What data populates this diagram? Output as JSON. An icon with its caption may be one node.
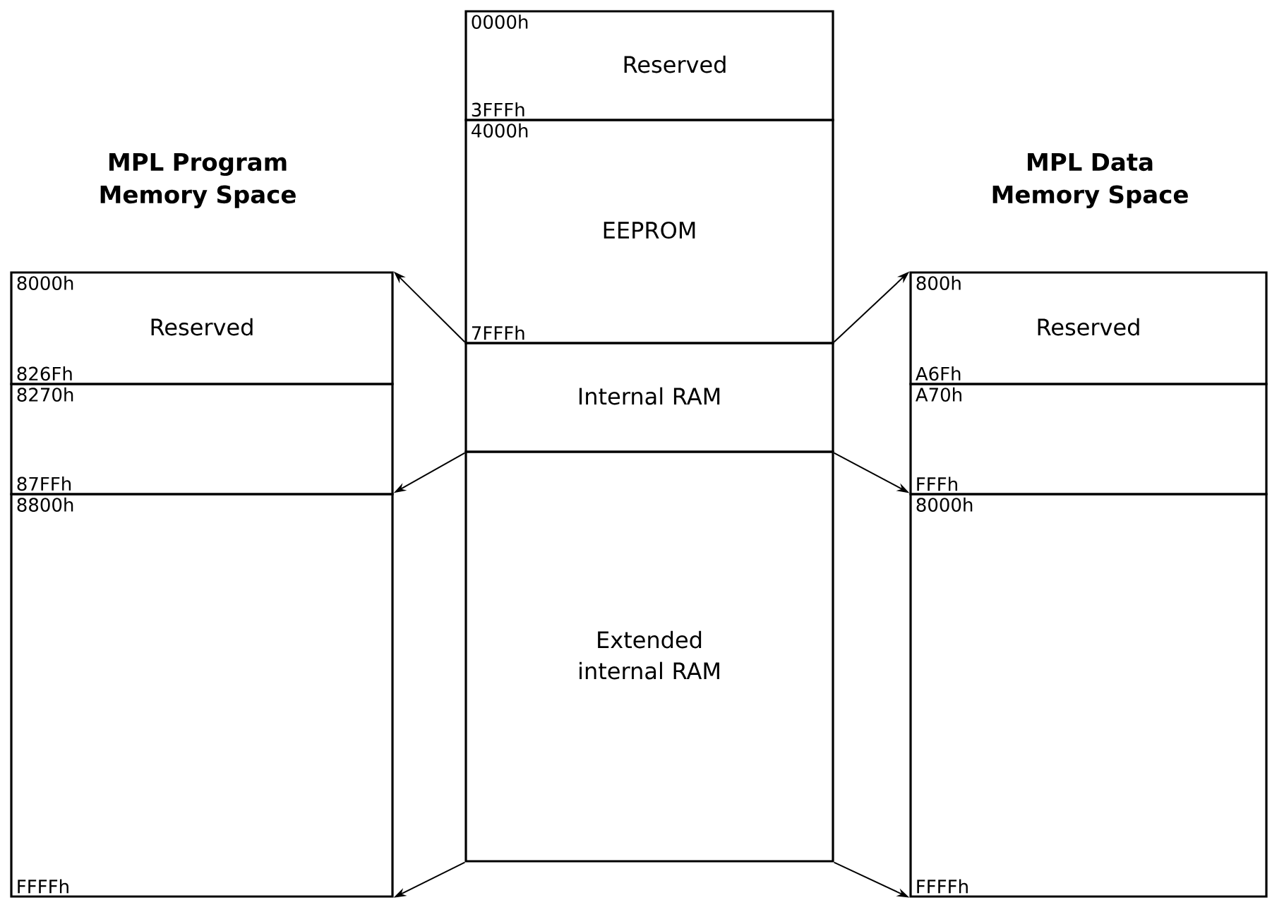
{
  "diagram": {
    "nodes": [
      {
        "text": [
          "0000h",
          "Reserved",
          "3FFFh"
        ]
      },
      {
        "text": [
          "4000h",
          "EEPROM",
          "7FFFh"
        ]
      },
      {
        "text": [
          "Internal RAM"
        ]
      },
      {
        "text": [
          "Extended internal RAM"
        ]
      },
      {
        "text": [
          "8000h",
          "Reserved",
          "826Fh"
        ]
      },
      {
        "text": [
          "8270h",
          "87FFh"
        ]
      },
      {
        "text": [
          "8800h",
          "FFFFh"
        ]
      },
      {
        "text": [
          "800h",
          "Reserved",
          "A6Fh"
        ]
      },
      {
        "text": [
          "A70h",
          "FFFh"
        ]
      },
      {
        "text": [
          "8000h",
          "FFFFh"
        ]
      }
    ],
    "edges": [
      {
        "from": 2,
        "to": 4,
        "arrow": "to"
      },
      {
        "from": 2,
        "to": 6,
        "arrow": "to"
      },
      {
        "from": 3,
        "to": 6,
        "arrow": "to"
      },
      {
        "from": 2,
        "to": 7,
        "arrow": "to"
      },
      {
        "from": 2,
        "to": 9,
        "arrow": "to"
      },
      {
        "from": 3,
        "to": 9,
        "arrow": "to"
      }
    ],
    "labels": [
      "MPL Program Memory Space",
      "MPL Data Memory Space"
    ]
  }
}
